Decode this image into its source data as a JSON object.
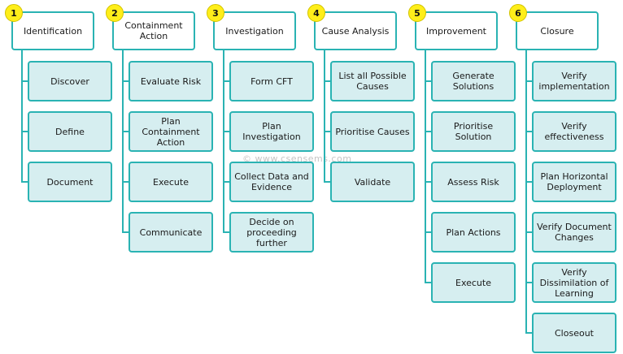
{
  "colors": {
    "connector": "#2ab3b3",
    "badge_fill": "#ffee1a",
    "child_fill": "#d6eef0"
  },
  "watermark": "© www.csensems.com",
  "columns": [
    {
      "number": "1",
      "title": "Identification",
      "steps": [
        "Discover",
        "Define",
        "Document"
      ]
    },
    {
      "number": "2",
      "title": "Containment Action",
      "steps": [
        "Evaluate Risk",
        "Plan Containment Action",
        "Execute",
        "Communicate"
      ]
    },
    {
      "number": "3",
      "title": "Investigation",
      "steps": [
        "Form CFT",
        "Plan Investigation",
        "Collect Data and Evidence",
        "Decide on proceeding further"
      ]
    },
    {
      "number": "4",
      "title": "Cause Analysis",
      "steps": [
        "List all Possible Causes",
        "Prioritise Causes",
        "Validate"
      ]
    },
    {
      "number": "5",
      "title": "Improvement",
      "steps": [
        "Generate Solutions",
        "Prioritise Solution",
        "Assess Risk",
        "Plan Actions",
        "Execute"
      ]
    },
    {
      "number": "6",
      "title": "Closure",
      "steps": [
        "Verify implementation",
        "Verify effectiveness",
        "Plan Horizontal Deployment",
        "Verify Document Changes",
        "Verify Dissimilation of Learning",
        "Closeout"
      ]
    }
  ]
}
